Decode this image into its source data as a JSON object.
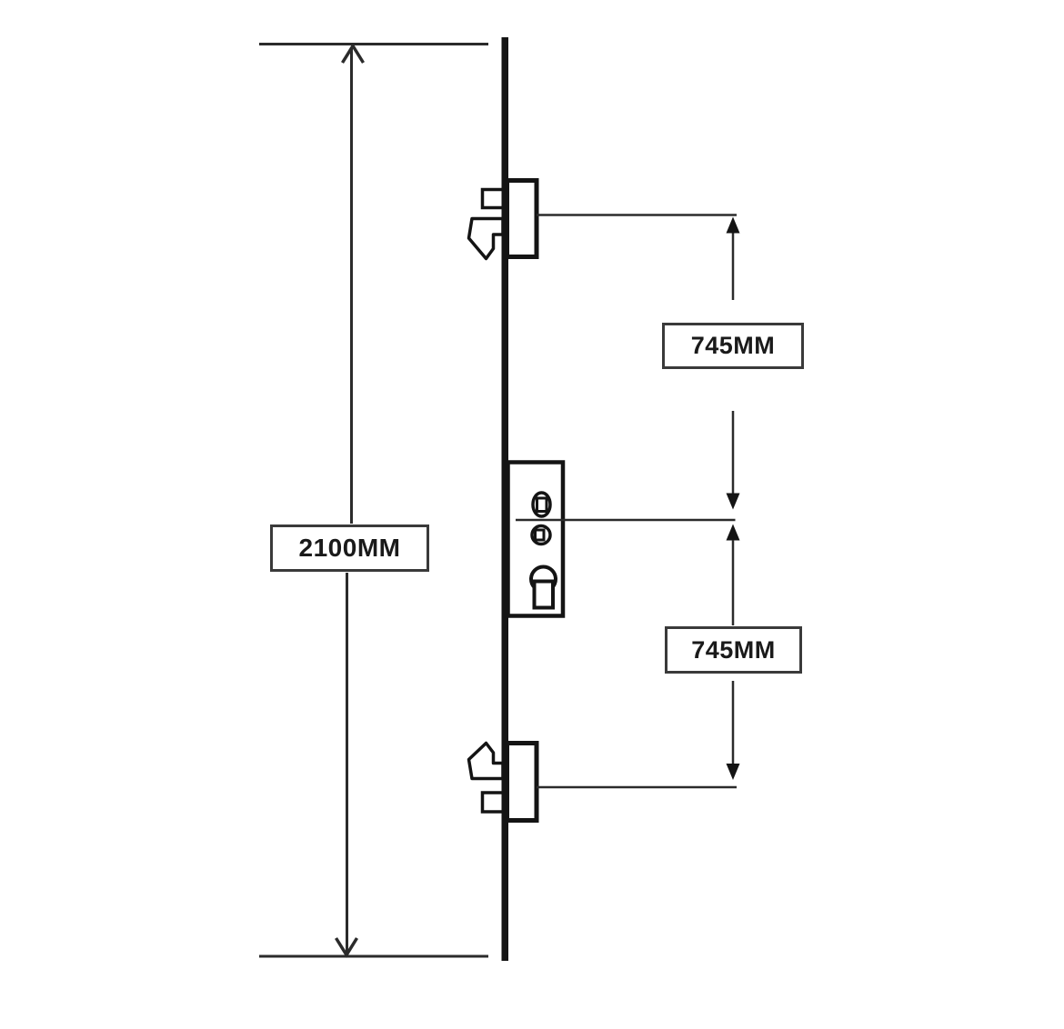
{
  "diagram": {
    "labels": {
      "total_height": "2100MM",
      "upper_spacing": "745MM",
      "lower_spacing": "745MM"
    },
    "values_mm": {
      "total_height": 2100,
      "upper_spacing": 745,
      "lower_spacing": 745
    },
    "icons": [
      "hook-bolt-icon",
      "keep-box-icon",
      "latch-follower-icon",
      "spindle-hub-icon",
      "euro-cylinder-keyhole-icon",
      "dimension-arrow-icon"
    ]
  },
  "colors": {
    "line": "#2b2b2b",
    "line_strong": "#141414",
    "box_border": "#3a3a3a",
    "text": "#1a1a1a",
    "background": "#ffffff"
  }
}
